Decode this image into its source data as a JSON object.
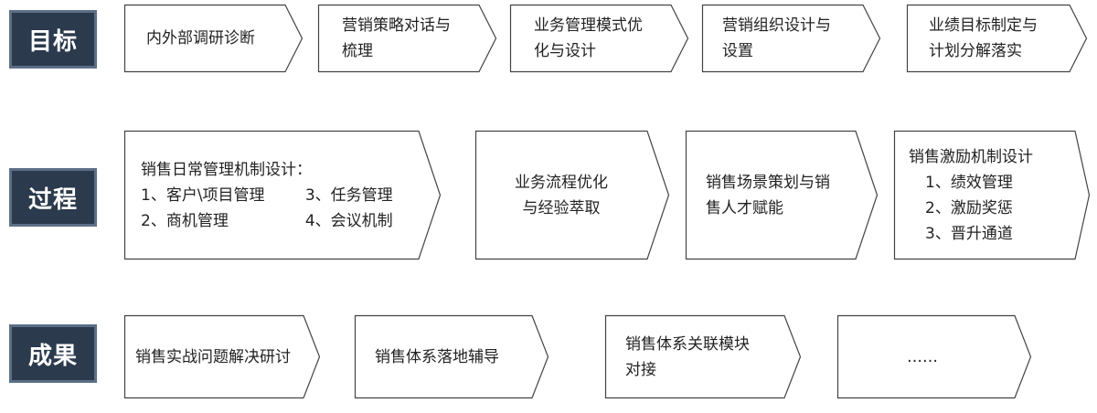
{
  "rows": [
    {
      "label": "目标",
      "items": [
        {
          "lines": [
            "内外部调研诊断"
          ]
        },
        {
          "lines": [
            "营销策略对话与",
            "梳理"
          ]
        },
        {
          "lines": [
            "业务管理模式优",
            "化与设计"
          ]
        },
        {
          "lines": [
            "营销组织设计与",
            "设置"
          ]
        },
        {
          "lines": [
            "业绩目标制定与",
            "计划分解落实"
          ]
        }
      ]
    },
    {
      "label": "过程",
      "items": [
        {
          "title": "销售日常管理机制设计：",
          "grid": [
            "1、客户\\项目管理",
            "3、任务管理",
            "2、商机管理",
            "4、会议机制"
          ]
        },
        {
          "lines": [
            "业务流程优化",
            "与经验萃取"
          ]
        },
        {
          "lines": [
            "销售场景策划与销",
            "售人才赋能"
          ]
        },
        {
          "lines": [
            "销售激励机制设计",
            "1、绩效管理",
            "2、激励奖惩",
            "3、晋升通道"
          ]
        }
      ]
    },
    {
      "label": "成果",
      "items": [
        {
          "lines": [
            "销售实战问题解决研讨"
          ]
        },
        {
          "lines": [
            "销售体系落地辅导"
          ]
        },
        {
          "lines": [
            "销售体系关联模块",
            "对接"
          ]
        },
        {
          "lines": [
            "……"
          ]
        }
      ]
    }
  ]
}
